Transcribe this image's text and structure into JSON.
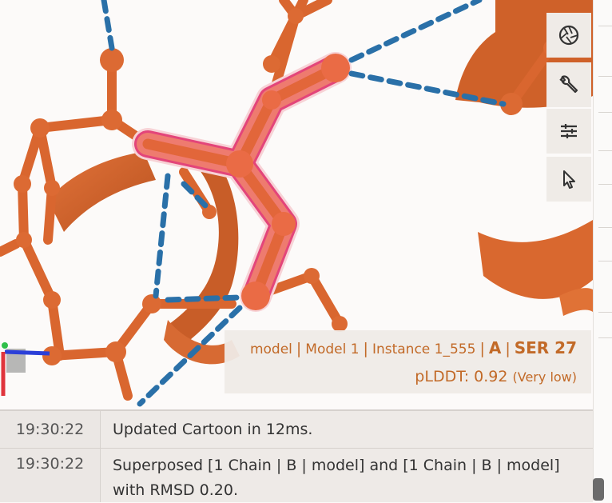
{
  "toolbar": {
    "screenshot_icon": "camera-aperture-icon",
    "settings_icon": "wrench-icon",
    "controls_icon": "sliders-icon",
    "selection_mode_icon": "cursor-arrow-icon"
  },
  "highlight_info": {
    "entity": "model",
    "model": "Model 1",
    "instance": "Instance 1_555",
    "chain": "A",
    "residue": "SER 27",
    "plddt_label": "pLDDT: 0.92",
    "plddt_quality": "(Very low)"
  },
  "log": [
    {
      "time": "19:30:22",
      "message": "Updated Cartoon in 12ms."
    },
    {
      "time": "19:30:22",
      "message": "Superposed [1 Chain | B | model] and [1 Chain | B | model] with RMSD 0.20."
    }
  ],
  "colors": {
    "residue": "#d9662f",
    "highlight": "#e3457a",
    "hbond": "#2a70a8",
    "text_accent": "#c26a28"
  }
}
